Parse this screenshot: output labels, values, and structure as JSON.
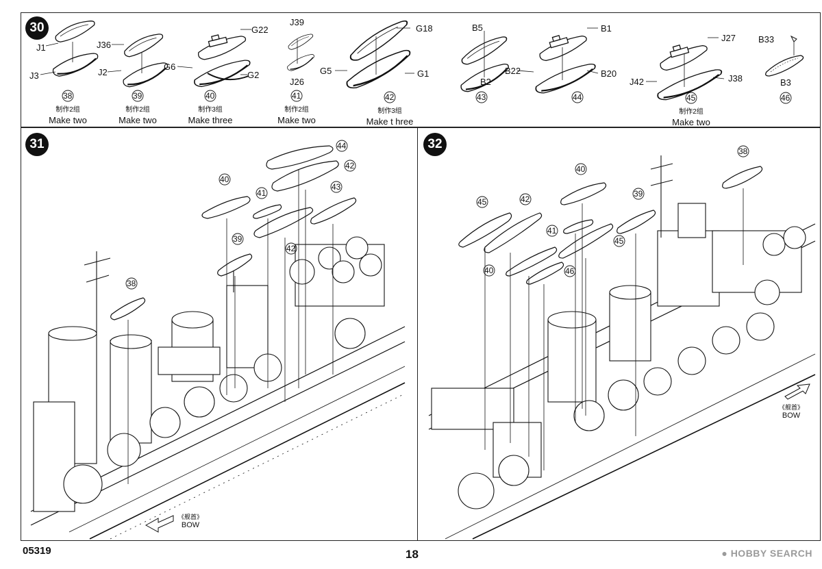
{
  "document": {
    "code": "05319",
    "page_number": "18",
    "watermark": "HOBBY SEARCH"
  },
  "step30": {
    "number": "30",
    "groups": [
      {
        "id": "38",
        "parts": [
          "J1",
          "J3"
        ],
        "qty_zh": "制作2组",
        "qty_en": "Make two"
      },
      {
        "id": "39",
        "parts": [
          "J36",
          "J2"
        ],
        "qty_zh": "制作2组",
        "qty_en": "Make two"
      },
      {
        "id": "40",
        "parts": [
          "G22",
          "G6",
          "G2"
        ],
        "qty_zh": "制作3组",
        "qty_en": "Make three"
      },
      {
        "id": "41",
        "parts": [
          "J39",
          "J26"
        ],
        "qty_zh": "制作2组",
        "qty_en": "Make two"
      },
      {
        "id": "42",
        "parts": [
          "G18",
          "G5",
          "G1"
        ],
        "qty_zh": "制作3组",
        "qty_en": "Make t hree"
      },
      {
        "id": "43",
        "parts": [
          "B5",
          "B2"
        ],
        "qty_zh": "",
        "qty_en": ""
      },
      {
        "id": "44",
        "parts": [
          "B1",
          "B22",
          "B20"
        ],
        "qty_zh": "",
        "qty_en": ""
      },
      {
        "id": "45",
        "parts": [
          "J27",
          "J42",
          "J38"
        ],
        "qty_zh": "制作2组",
        "qty_en": "Make two"
      },
      {
        "id": "46",
        "parts": [
          "B33",
          "B3"
        ],
        "qty_zh": "",
        "qty_en": ""
      }
    ]
  },
  "step31": {
    "number": "31",
    "callouts": [
      "44",
      "42",
      "40",
      "41",
      "43",
      "42",
      "39",
      "38"
    ],
    "bow_zh": "《舰首》",
    "bow_en": "BOW"
  },
  "step32": {
    "number": "32",
    "callouts": [
      "38",
      "40",
      "45",
      "42",
      "39",
      "41",
      "45",
      "40",
      "46"
    ],
    "bow_zh": "《舰首》",
    "bow_en": "BOW"
  }
}
